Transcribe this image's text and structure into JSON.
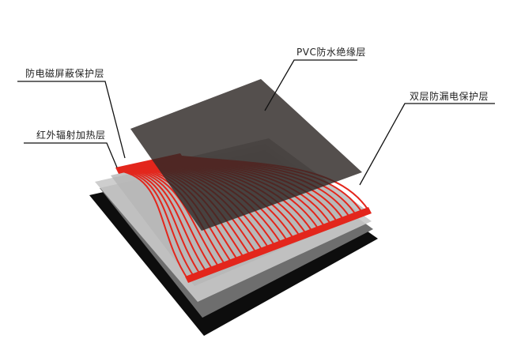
{
  "labels": {
    "pvc": "PVC防水绝缘层",
    "emi": "防电磁屏蔽保护层",
    "leak": "双层防漏电保护层",
    "infrared": "红外辐射加热层"
  },
  "colors": {
    "base": "#0d0d0d",
    "gray_layer": "#6b6b6b",
    "light_layer": "#c8c8c8",
    "heating": "#e3261c",
    "pvc": "#3a3533"
  }
}
